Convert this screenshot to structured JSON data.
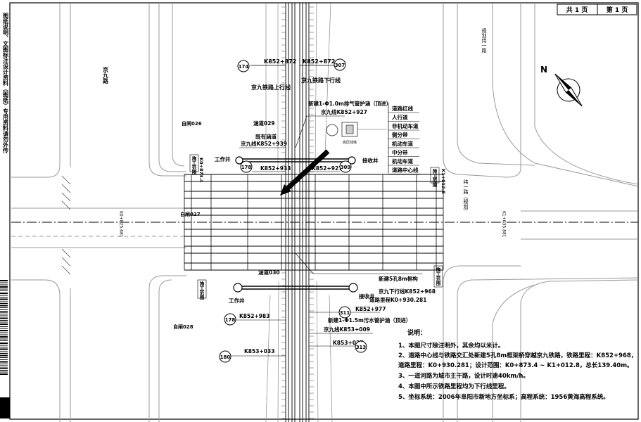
{
  "sheet": {
    "total": "共 1 页",
    "page": "第 1 页"
  },
  "side_note": "图纸说明、文图标注设计资料（图纸）专用资料请勿外传",
  "roads": {
    "jingjiu": "京九路",
    "road_top_right": "规划纬一路",
    "road_right_mid": "纬一路（规划）"
  },
  "stations": {
    "top_left": "K852+872",
    "top_right": "K852+872",
    "circle_174": "174",
    "circle_307": "307",
    "circle_178_top": "178",
    "circle_309": "309",
    "circle_178_bottom": "178",
    "circle_311": "311",
    "circle_180": "180",
    "circle_313": "313"
  },
  "labels": {
    "line_up": "京九铁路上行线",
    "line_down": "京九铁路下行线",
    "new_pipe": "新建1-Φ1.0m排气管护涵（顶进）",
    "jj_k852_927": "京九线K852+927",
    "culvert_029": "涵道029",
    "existing_culvert": "既有涵道",
    "jj_k852_939": "京九线K852+939",
    "work_well": "工作井",
    "k852_933": "K852+933",
    "k852_927": "K852+927",
    "receive_well": "接收井",
    "self_flow_026": "自闸026",
    "self_flow_027": "自闸027",
    "self_flow_028": "自闸028",
    "culvert_030": "涵道030",
    "k852_977": "K852+977",
    "k852_983": "K852+983",
    "new_sewer": "新建1-Φ1.5m污水管护涵（顶进）",
    "jj_k853_009": "京九线K853+009",
    "k853_027": "K853+027",
    "k853_033": "K853+033",
    "new_frame": "新建5孔8m框构",
    "jj_up_mile": "京九下行线K852+968",
    "road_mile": "道路里程K0+930.281",
    "work_range_left_top": "施工范围",
    "work_range_left_mid": "施工范围",
    "k0_873": "K0+873.4",
    "k1_012": "K1+012.8",
    "work_range_right_top": "施工范围",
    "work_range_right_bottom": "施工范围",
    "left_mile": "K0+825.681",
    "right_mile": "K1+035.881",
    "pole_label": "高压线塔"
  },
  "legend": [
    "道路红线",
    "人行道",
    "非机动车道",
    "侧分带",
    "机动车道",
    "中分带",
    "机动车道",
    "道路中心线"
  ],
  "notes": {
    "title": "说明：",
    "items": [
      "1、本图尺寸除注明外，其余均以米计。",
      "2、道路中心线与铁路交汇处新建5孔8m框架桥穿越京九铁路，铁路里程：K852+968，",
      "    道路里程：K0+930.281；设计范围：K0+873.4 ~ K1+012.8，总长139.40m。",
      "3、一道河路为城市主干路，设计时速40km/h。",
      "4、本图中所示铁路里程均为下行线里程。",
      "5、坐标系统：2006年阜阳市新地方坐标系；高程系统：1956黄海高程系统。"
    ]
  },
  "compass": "N"
}
